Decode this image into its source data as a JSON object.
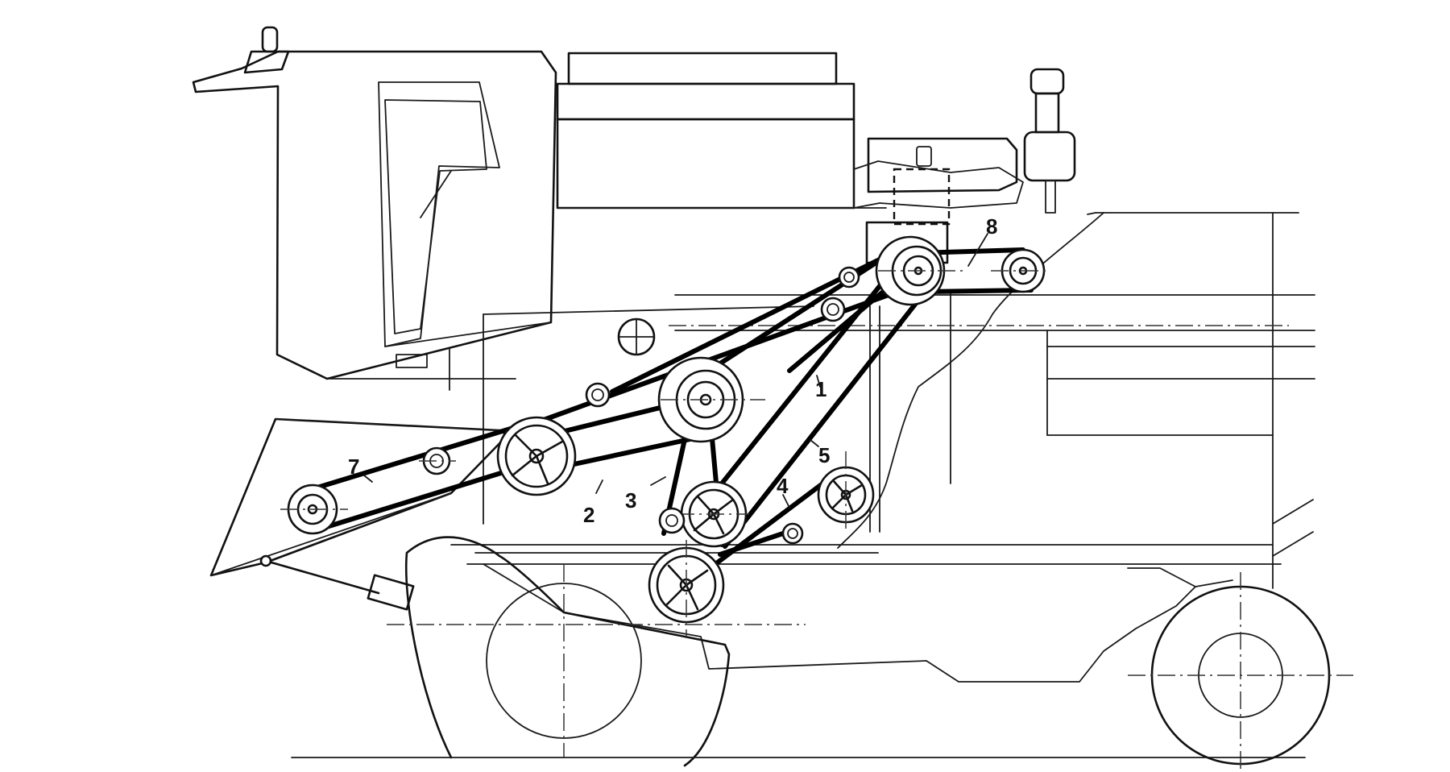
{
  "callouts": [
    {
      "id": "belt-1",
      "text": "1"
    },
    {
      "id": "belt-2",
      "text": "2"
    },
    {
      "id": "belt-3",
      "text": "3"
    },
    {
      "id": "belt-4",
      "text": "4"
    },
    {
      "id": "belt-5",
      "text": "5"
    },
    {
      "id": "belt-7",
      "text": "7"
    },
    {
      "id": "belt-8",
      "text": "8"
    }
  ],
  "colors": {
    "ink": "#111111",
    "background": "#ffffff"
  },
  "icons": [
    "drive-pulley-icon",
    "idler-pulley-icon",
    "spoked-pulley-icon",
    "wheel-icon"
  ]
}
